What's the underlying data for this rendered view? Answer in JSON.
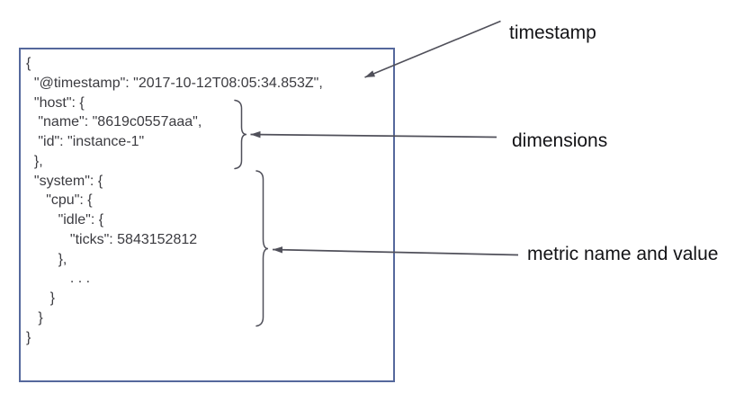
{
  "document": {
    "code": "{\n  \"@timestamp\": \"2017-10-12T08:05:34.853Z\",\n  \"host\": {\n   \"name\": \"8619c0557aaa\",\n   \"id\": \"instance-1\"\n  },\n  \"system\": {\n     \"cpu\": {\n        \"idle\": {\n           \"ticks\": 5843152812\n        },\n           . . .\n      }\n   }\n}",
    "parsed": {
      "@timestamp": "2017-10-12T08:05:34.853Z",
      "host": {
        "name": "8619c0557aaa",
        "id": "instance-1"
      },
      "system": {
        "cpu": {
          "idle": {
            "ticks": 5843152812
          }
        }
      }
    }
  },
  "annotations": {
    "timestamp": {
      "label": "timestamp"
    },
    "dimensions": {
      "label": "dimensions"
    },
    "metric": {
      "label": "metric name and value"
    }
  },
  "colors": {
    "box_border": "#55689c",
    "code_text": "#3b3b40",
    "label_text": "#131316",
    "connector": "#50505a"
  }
}
